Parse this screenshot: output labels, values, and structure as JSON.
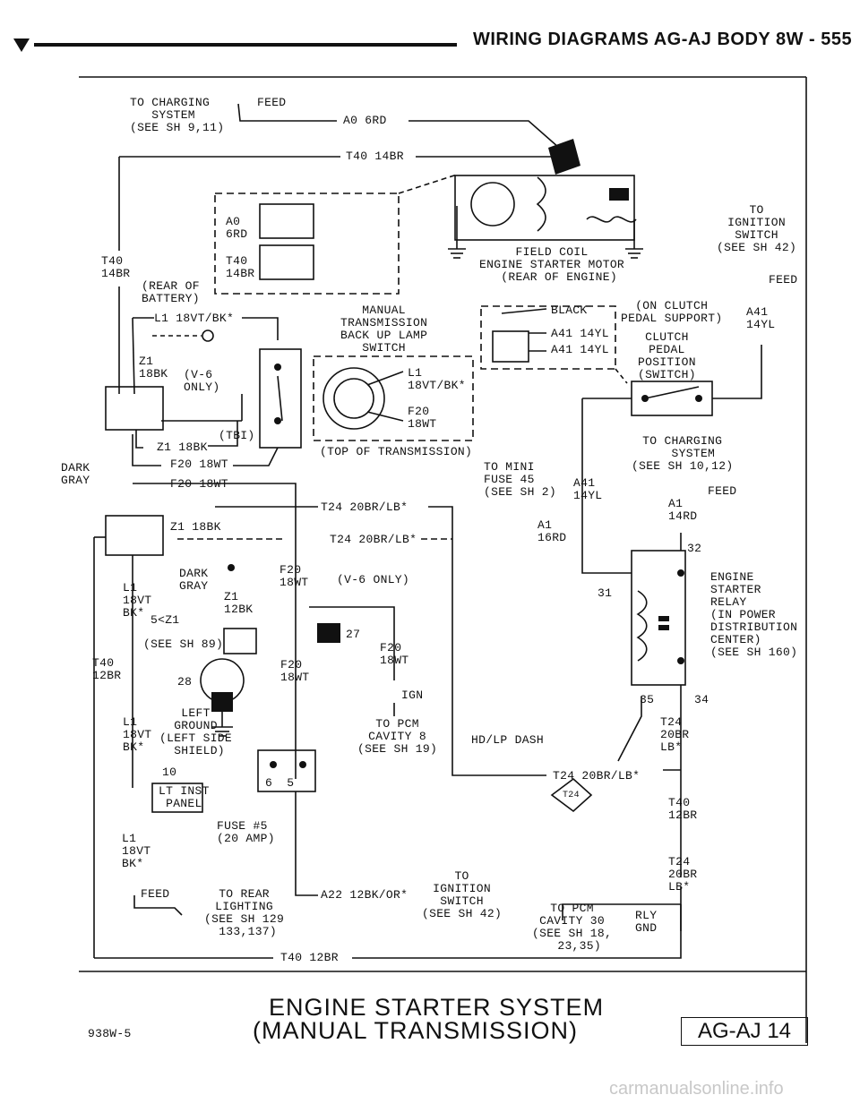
{
  "header": {
    "title": "WIRING DIAGRAMS AG-AJ BODY   8W - 555"
  },
  "labels": {
    "charging_feed_top": "TO CHARGING\n   SYSTEM\n(SEE SH 9,11)",
    "feed_1": "FEED",
    "wire_a0_6rd": "A0 6RD",
    "wire_t40_14br_top": "T40 14BR",
    "conn_a0_6rd": "A0\n6RD",
    "conn_t40_14br": "T40\n14BR",
    "t40_14br_left": "T40\n14BR",
    "rear_of_battery": "(REAR OF\nBATTERY)",
    "field_coil": "FIELD COIL\nENGINE STARTER MOTOR\n  (REAR OF ENGINE)",
    "to_ignition_top": "TO\nIGNITION\nSWITCH\n(SEE SH 42)",
    "feed_2": "FEED",
    "wire_l1_18vt_bk": "L1 18VT/BK*",
    "manual_trans_switch": "MANUAL\nTRANSMISSION\nBACK UP LAMP\nSWITCH",
    "black": "BLACK",
    "on_clutch": "(ON CLUTCH\nPEDAL SUPPORT)",
    "clutch_switch": "CLUTCH\nPEDAL\nPOSITION\n(SWITCH)",
    "wire_a41_14yl_1": "A41 14YL",
    "wire_a41_14yl_2": "A41 14YL",
    "a41_14yl_right": "A41\n14YL",
    "z1_18bk_v6": "Z1\n18BK",
    "v6_only_1": "(V-6\nONLY)",
    "sw_l1": "L1\n18VT/BK*",
    "sw_f20": "F20\n18WT",
    "tbi": "(TBI)",
    "wire_z1_18bk_1": "Z1 18BK",
    "wire_f20_18wt_1": "F20 18WT",
    "top_of_trans": "(TOP OF TRANSMISSION)",
    "dark_gray_1": "DARK\nGRAY",
    "wire_f20_18wt_2": "F20 18WT",
    "to_charging_2": "TO CHARGING\n   SYSTEM\n(SEE SH 10,12)",
    "feed_3": "FEED",
    "to_mini_fuse": "TO MINI\nFUSE 45\n(SEE SH 2)",
    "a41_14yl_mid": "A41\n14YL",
    "a1_14rd": "A1\n14RD",
    "wire_t24_a": "T24 20BR/LB*",
    "wire_z1_18bk_2": "Z1 18BK",
    "wire_t24_b": "T24 20BR/LB*",
    "a1_16rd": "A1\n16RD",
    "pin_32": "32",
    "dark_gray_2": "DARK\nGRAY",
    "f20_18wt_a": "F20\n18WT",
    "v6_only_2": "(V-6 ONLY)",
    "l1_18vt_bk_a": "L1\n18VT\nBK*",
    "z1_12bk": "Z1\n12BK",
    "ground_ref": "5<Z1",
    "see_sh_89": "(SEE SH 89)",
    "t40_12br_left": "T40\n12BR",
    "pin_28": "28",
    "pin_27": "27",
    "f20_18wt_b": "F20\n18WT",
    "f20_18wt_c": "F20\n18WT",
    "pin_31": "31",
    "engine_starter_relay": "ENGINE\nSTARTER\nRELAY\n(IN POWER\nDISTRIBUTION\nCENTER)\n(SEE SH 160)",
    "ign": "IGN",
    "left_ground": "LEFT\nGROUND\n(LEFT SIDE\n SHIELD)",
    "l1_18vt_bk_b": "L1\n18VT\nBK*",
    "to_pcm_8": "TO PCM\nCAVITY 8\n(SEE SH 19)",
    "hdlp_dash": "HD/LP DASH",
    "t24_conn": "T24",
    "pin_35": "35",
    "pin_34": "34",
    "t24_20br_lb": "T24\n20BR\nLB*",
    "pin_10": "10",
    "lt_inst_panel": "LT INST\n PANEL",
    "pins_65": "6  5",
    "wire_t24_c": "T24 20BR/LB*",
    "t40_12br_right": "T40\n12BR",
    "fuse_5": "FUSE #5\n(20 AMP)",
    "l1_18vt_bk_c": "L1\n18VT\nBK*",
    "t24_20br_lb_2": "T24\n20BR\nLB*",
    "to_ignition_bot": "TO\nIGNITION\nSWITCH\n(SEE SH 42)",
    "feed_4": "FEED",
    "to_rear_lighting": "TO REAR\nLIGHTING\n(SEE SH 129\n 133,137)",
    "wire_a22": "A22 12BK/OR*",
    "to_pcm_30": "TO PCM\nCAVITY 30\n(SEE SH 18,\n  23,35)",
    "rly_gnd": "RLY\nGND",
    "wire_t40_12br_bot": "T40 12BR",
    "title_line1": "ENGINE STARTER SYSTEM",
    "title_line2": "(MANUAL TRANSMISSION)",
    "code": "938W-5",
    "page_id": "AG-AJ 14",
    "watermark": "carmanualsonline.info"
  }
}
